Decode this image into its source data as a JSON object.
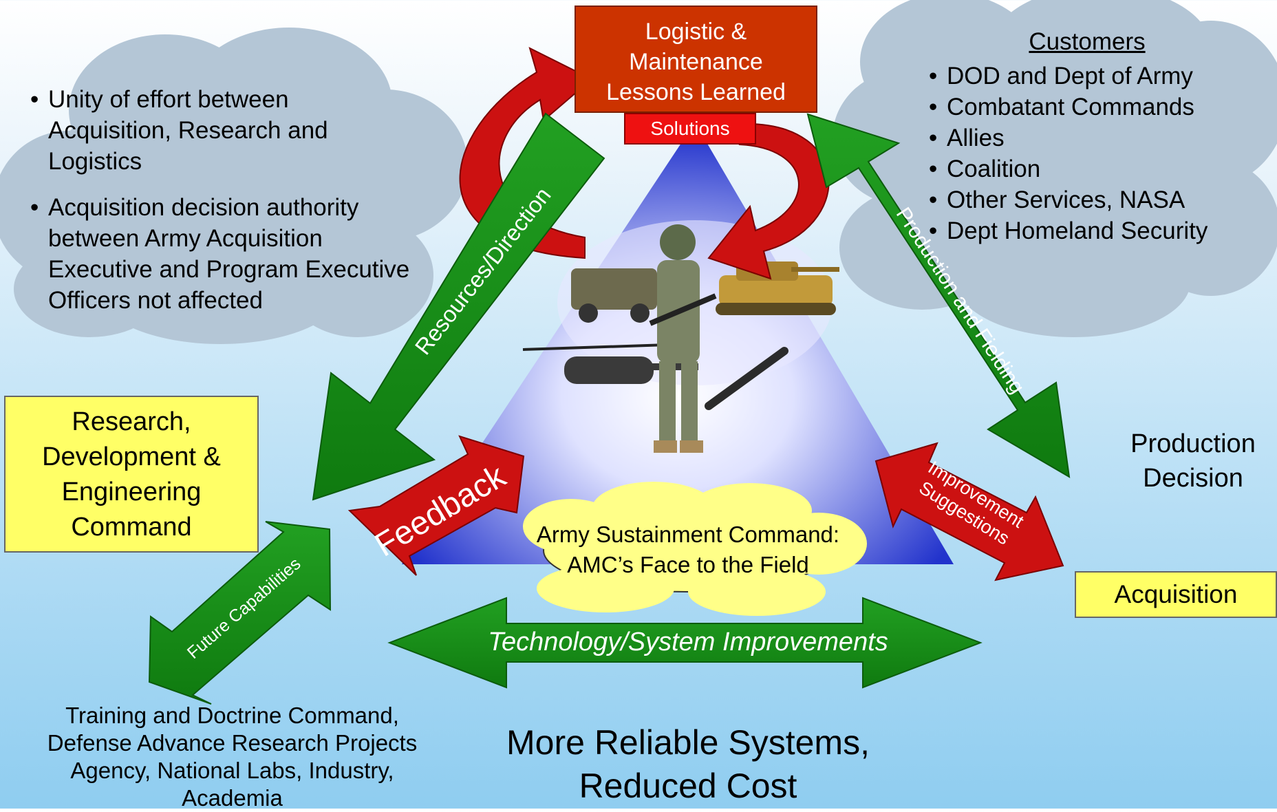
{
  "top_box": {
    "lines": [
      "Logistic &",
      "Maintenance",
      "Lessons Learned"
    ]
  },
  "solutions_label": "Solutions",
  "left_cloud": {
    "bullets": [
      "Unity of effort between Acquisition, Research and Logistics",
      "Acquisition decision authority between Army Acquisition Executive and Program Executive Officers not affected"
    ]
  },
  "customers": {
    "title": "Customers",
    "items": [
      "DOD and Dept of Army",
      "Combatant Commands",
      "Allies",
      "Coalition",
      "Other Services, NASA",
      "Dept Homeland Security"
    ]
  },
  "rdec_box": {
    "lines": [
      "Research,",
      "Development &",
      "Engineering",
      "Command"
    ]
  },
  "production_decision": {
    "lines": [
      "Production",
      "Decision"
    ]
  },
  "acquisition_box": {
    "label": "Acquisition"
  },
  "arrows": {
    "resources": "Resources/Direction",
    "production_fielding": "Production and Fielding",
    "feedback": "Feedback",
    "improvement": [
      "Improvement",
      "Suggestions"
    ],
    "future": "Future Capabilities",
    "technology": "Technology/System Improvements"
  },
  "center_cloud": {
    "lines": [
      "Army Sustainment Command:",
      "AMC’s Face to the Field"
    ]
  },
  "bottom_left": {
    "lines": [
      "Training and Doctrine Command,",
      "Defense Advance Research Projects",
      "Agency, National Labs, Industry,",
      "Academia"
    ]
  },
  "bottom_center": {
    "lines": [
      "More Reliable Systems,",
      "Reduced Cost"
    ]
  },
  "colors": {
    "green": "#188a18",
    "red": "#cc1111",
    "top_box": "#cc3300",
    "yellow": "#ffff66",
    "cloud_gray": "#b4c6d6",
    "triangle": "#3344cc"
  }
}
